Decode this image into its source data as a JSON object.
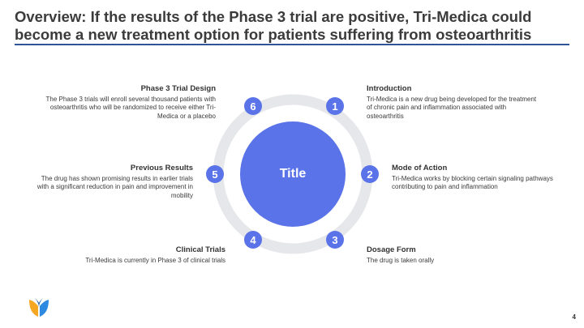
{
  "slide": {
    "title": "Overview: If the results of the Phase 3 trial are positive, Tri-Medica could become a new treatment option for patients suffering from osteoarthritis",
    "center_label": "Title",
    "page_number": "4"
  },
  "colors": {
    "accent": "#5b73e8",
    "ring": "#e6e7ea",
    "rule": "#2f5597",
    "badge": "#5b73e8"
  },
  "steps": [
    {
      "number": "1",
      "heading": "Introduction",
      "text": "Tri-Medica is a new drug being developed for the treatment of chronic pain and inflammation associated with osteoarthritis"
    },
    {
      "number": "2",
      "heading": "Mode of Action",
      "text": "Tri-Medica works by blocking certain signaling pathways contributing to pain and inflammation"
    },
    {
      "number": "3",
      "heading": "Dosage Form",
      "text": "The drug is taken orally"
    },
    {
      "number": "4",
      "heading": "Clinical Trials",
      "text": "Tri-Medica is currently in Phase 3 of clinical trials"
    },
    {
      "number": "5",
      "heading": "Previous Results",
      "text": "The drug has shown promising results in earlier trials with a significant reduction in pain and improvement in mobility"
    },
    {
      "number": "6",
      "heading": "Phase 3 Trial Design",
      "text": "The Phase 3 trials will enroll several thousand patients with osteoarthritis who will be randomized to receive either Tri-Medica or a placebo"
    }
  ]
}
